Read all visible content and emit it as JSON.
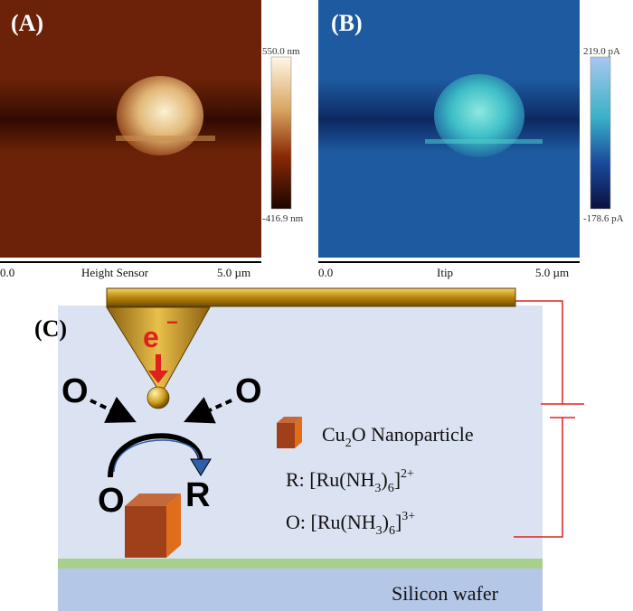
{
  "panelA": {
    "label": "(A)",
    "colorbar_max": "550.0 nm",
    "colorbar_min": "-416.9 nm",
    "axis_start": "0.0",
    "axis_title": "Height Sensor",
    "axis_end": "5.0 µm",
    "colors": {
      "background": "#6b2208",
      "particle": "#f4e4b8",
      "colorbar_top": "#fff7e6",
      "colorbar_bottom": "#1a0500"
    }
  },
  "panelB": {
    "label": "(B)",
    "colorbar_max": "219.0 pA",
    "colorbar_min": "-178.6 pA",
    "axis_start": "0.0",
    "axis_title": "Itip",
    "axis_end": "5.0 µm",
    "colors": {
      "background": "#1d5aa0",
      "particle": "#4fd0d0",
      "colorbar_top": "#9fc8f0",
      "colorbar_bottom": "#0a1040"
    }
  },
  "panelC": {
    "label": "(C)",
    "electron": "e",
    "electron_superscript": "−",
    "ox_left": "O",
    "ox_right": "O",
    "ox_bottom": "O",
    "red_bottom": "R",
    "legend": {
      "particle_text_pre": "Cu",
      "particle_text_sub": "2",
      "particle_text_post": "O Nanoparticle",
      "r_prefix": "R: [Ru(NH",
      "r_sub": "3",
      "r_mid": ")",
      "r_sub2": "6",
      "r_close": "]",
      "r_sup": "2+",
      "o_prefix": "O: [Ru(NH",
      "o_sub": "3",
      "o_mid": ")",
      "o_sub2": "6",
      "o_close": "]",
      "o_sup": "3+"
    },
    "substrate_label": "Silicon wafer",
    "colors": {
      "solution": "#dbe3f3",
      "film": "#a8d08d",
      "wafer": "#b4c7e7",
      "cantilever": "#c9a227",
      "circuit": "#e02020",
      "cube_front": "#a0401a",
      "cube_side": "#e06d1a",
      "cube_top": "#c46a3a"
    }
  }
}
